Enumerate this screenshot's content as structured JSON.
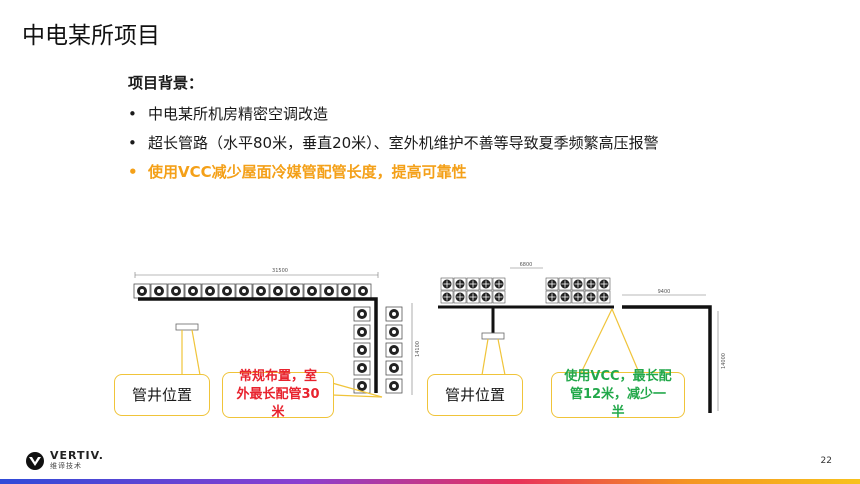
{
  "page": {
    "title": "中电某所项目",
    "number": "22"
  },
  "background": {
    "heading": "项目背景：",
    "bullets": [
      "中电某所机房精密空调改造",
      "超长管路（水平80米，垂直20米）、室外机维护不善等导致夏季频繁高压报警",
      "使用VCC减少屋面冷媒管配管长度，提高可靠性"
    ]
  },
  "diagram": {
    "left": {
      "shaft_label": "管井位置",
      "note": "常规布置，室外最长配管30米",
      "dim_horizontal": "31500",
      "dim_vertical": "14100"
    },
    "right": {
      "shaft_label": "管井位置",
      "note": "使用VCC，最长配管12米，减少一半",
      "dim_top": "6800",
      "dim_right_horizontal": "9400",
      "dim_vertical": "14000"
    }
  },
  "footer": {
    "brand": "VERTIV.",
    "brand_sub": "维谛技术"
  },
  "colors": {
    "highlight": "#f4a018",
    "note_red": "#e8232e",
    "note_green": "#22a84a",
    "callout_border": "#f0c43a"
  }
}
